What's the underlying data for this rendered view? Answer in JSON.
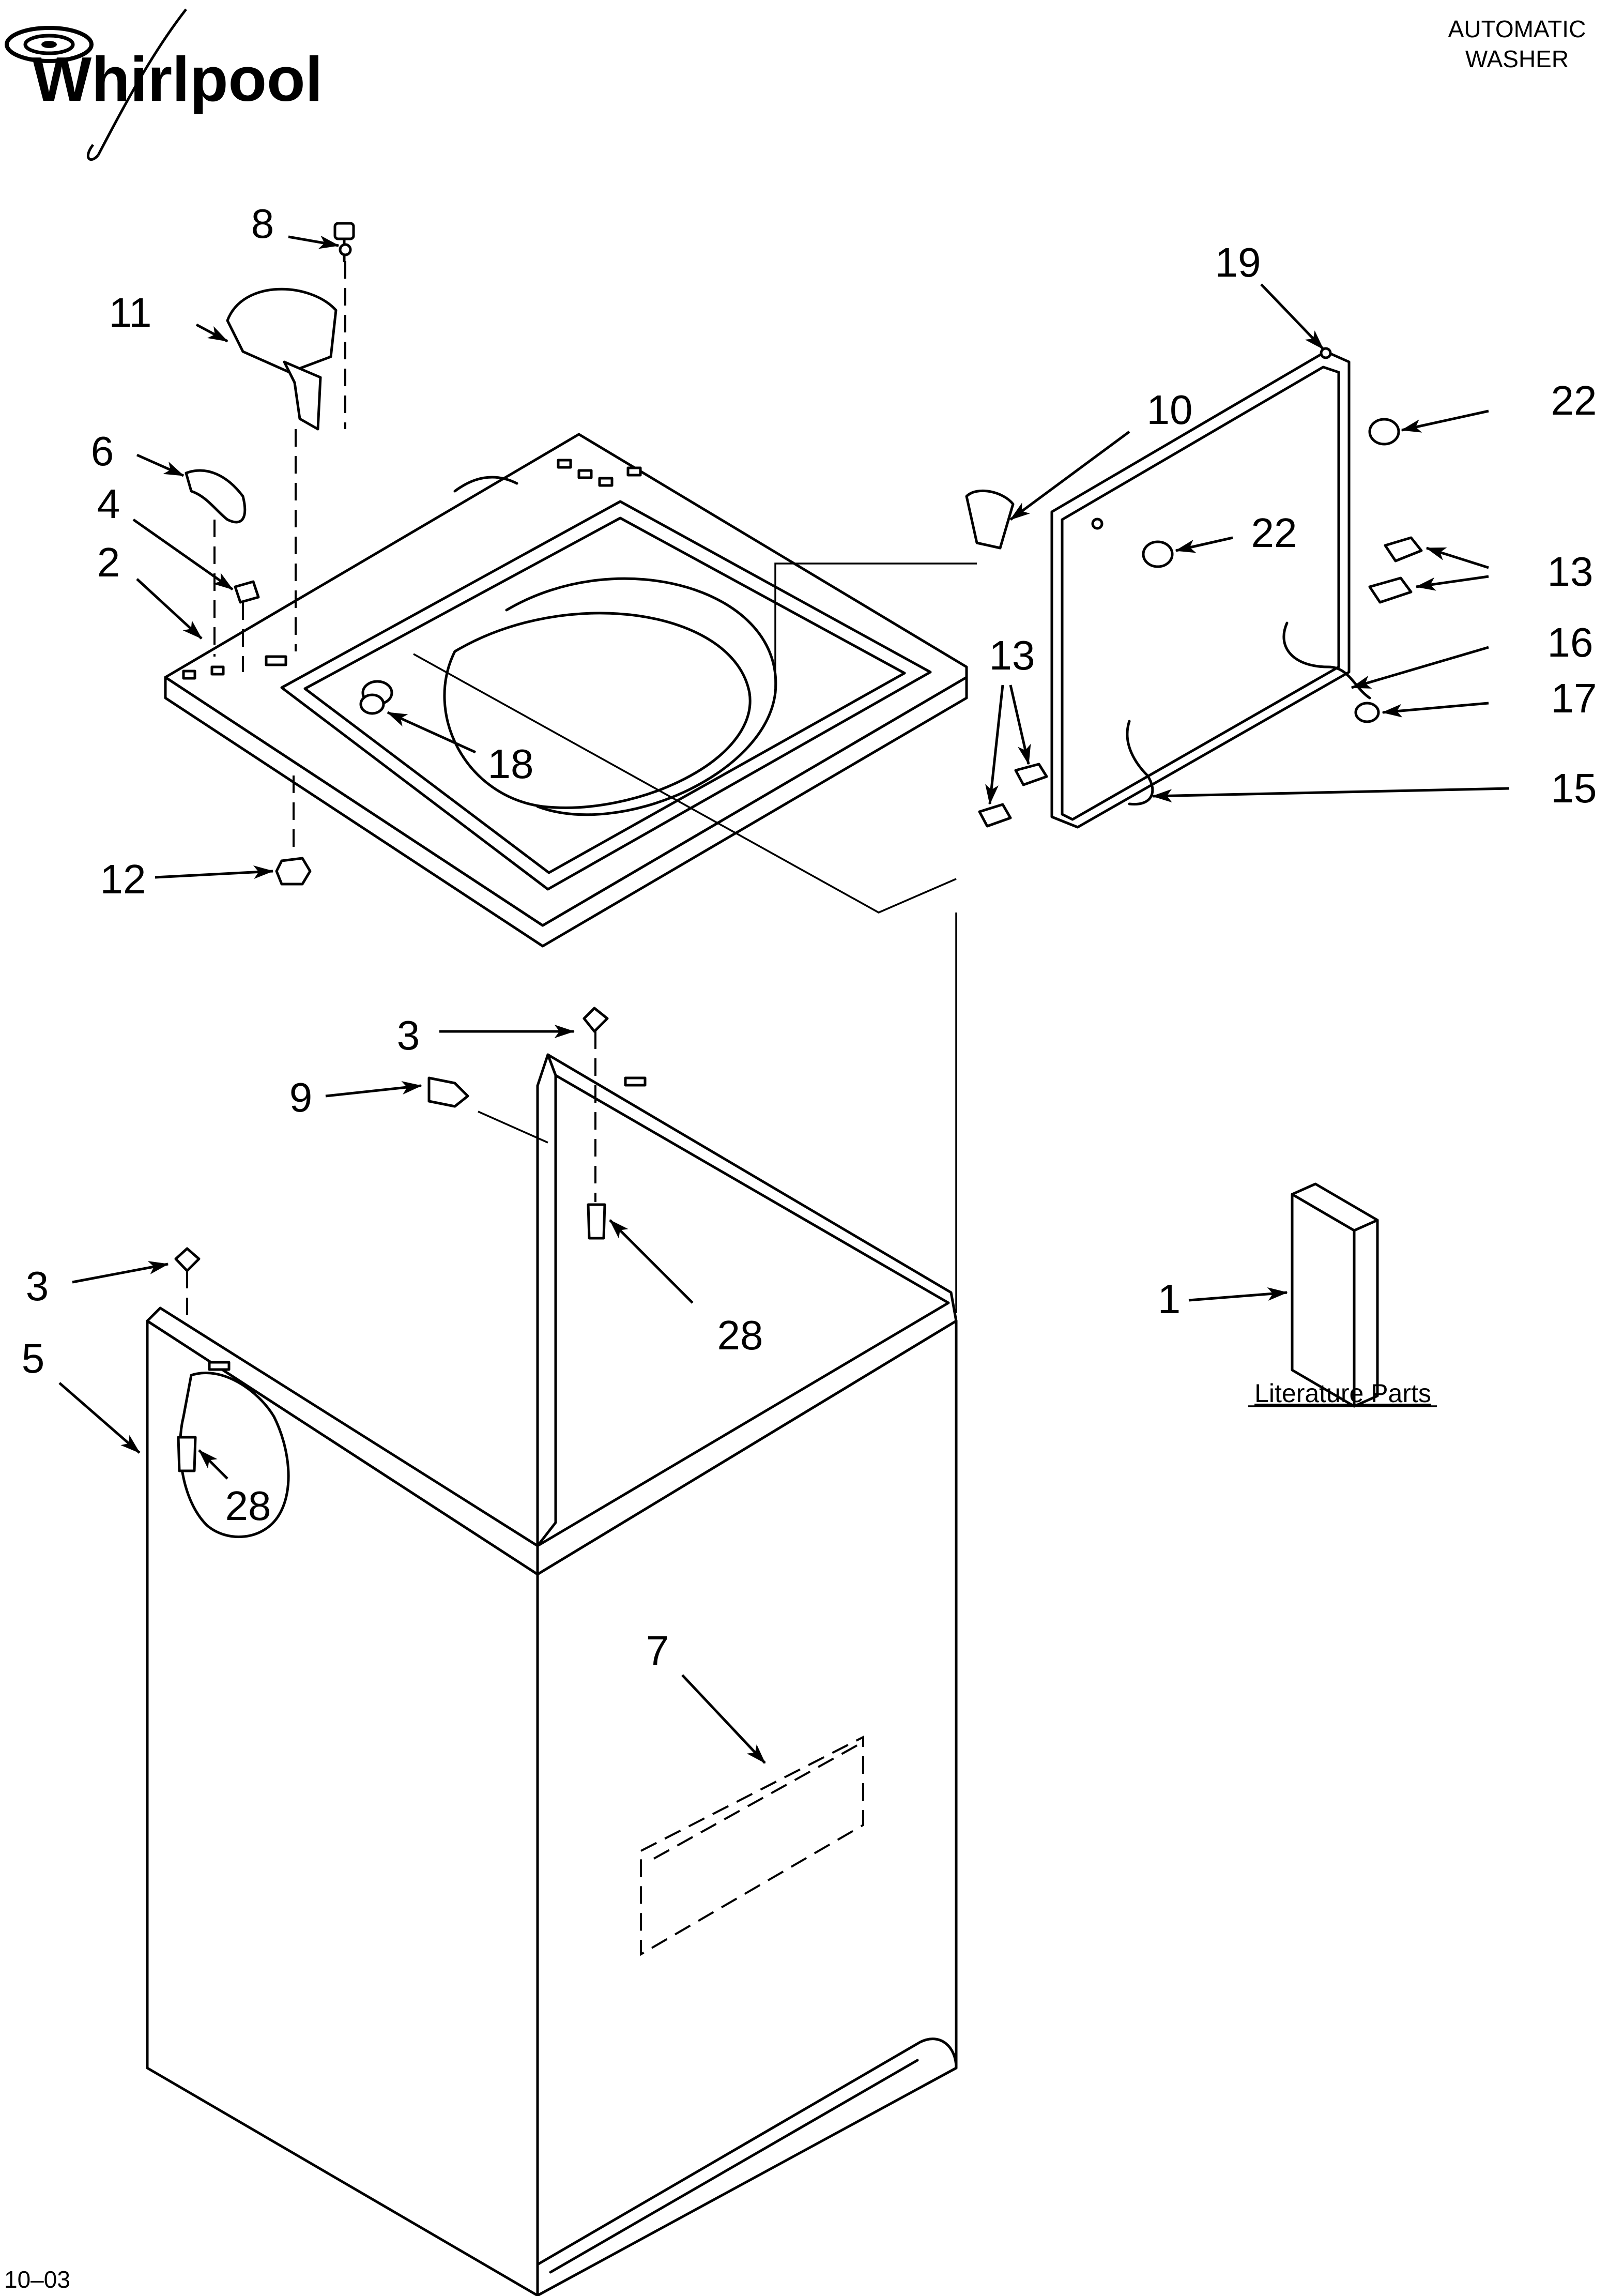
{
  "brand": {
    "logo_text": "Whirlpool"
  },
  "header": {
    "title_line1": "AUTOMATIC",
    "title_line2": "WASHER"
  },
  "callouts": [
    {
      "id": "c8",
      "label": "8"
    },
    {
      "id": "c11",
      "label": "11"
    },
    {
      "id": "c6",
      "label": "6"
    },
    {
      "id": "c4",
      "label": "4"
    },
    {
      "id": "c2",
      "label": "2"
    },
    {
      "id": "c18",
      "label": "18"
    },
    {
      "id": "c12",
      "label": "12"
    },
    {
      "id": "c10",
      "label": "10"
    },
    {
      "id": "c19",
      "label": "19"
    },
    {
      "id": "c22a",
      "label": "22"
    },
    {
      "id": "c22b",
      "label": "22"
    },
    {
      "id": "c13a",
      "label": "13"
    },
    {
      "id": "c16",
      "label": "16"
    },
    {
      "id": "c17",
      "label": "17"
    },
    {
      "id": "c13b",
      "label": "13"
    },
    {
      "id": "c15",
      "label": "15"
    },
    {
      "id": "c3a",
      "label": "3"
    },
    {
      "id": "c9",
      "label": "9"
    },
    {
      "id": "c28a",
      "label": "28"
    },
    {
      "id": "c3b",
      "label": "3"
    },
    {
      "id": "c5",
      "label": "5"
    },
    {
      "id": "c28b",
      "label": "28"
    },
    {
      "id": "c1",
      "label": "1"
    },
    {
      "id": "c7",
      "label": "7"
    }
  ],
  "literature_label": "Literature Parts",
  "footer": {
    "date_code": "10–03"
  }
}
